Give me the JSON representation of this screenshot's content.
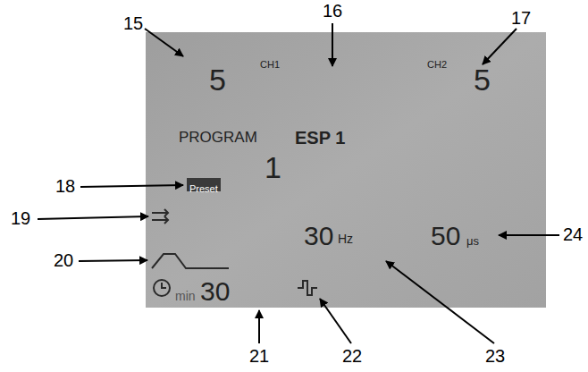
{
  "diagram": {
    "nodes": [
      {
        "text": [
          "Preset"
        ]
      }
    ],
    "labels": [
      "15",
      "16",
      "17",
      "5",
      "CH1",
      "CH2",
      "5",
      "PROGRAM",
      "ESP 1",
      "18",
      "1",
      "19",
      "20",
      "30",
      "Hz",
      "50",
      "μs",
      "24",
      "min",
      "30",
      "21",
      "22",
      "23"
    ]
  }
}
